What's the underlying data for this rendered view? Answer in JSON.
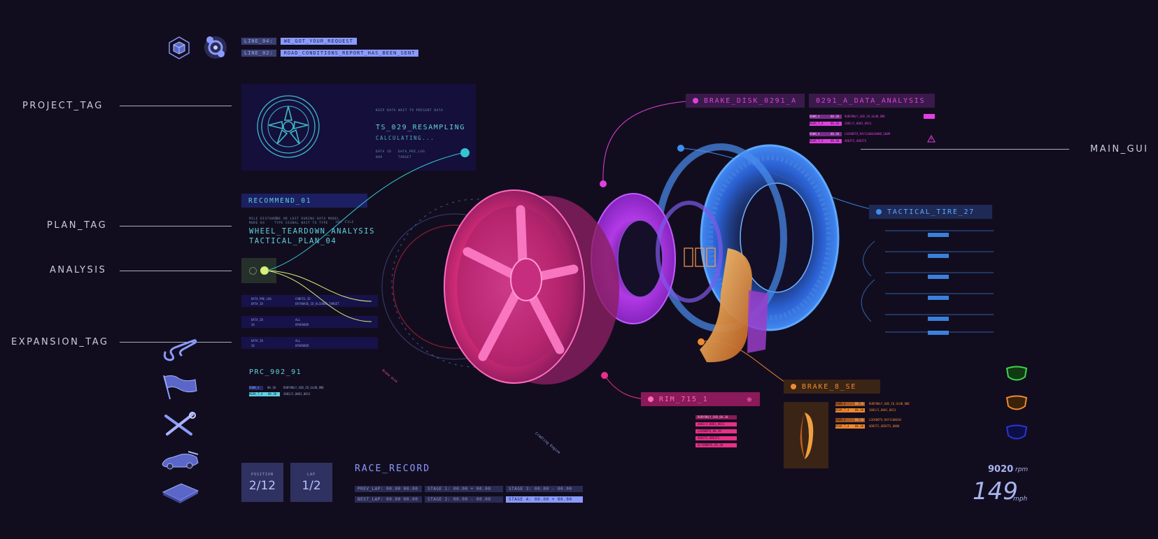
{
  "top_lines": [
    {
      "key": "LINE_04:",
      "value": "WE_GOT_YOUR_REQUEST"
    },
    {
      "key": "LINE_02:",
      "value": "ROAD_CONDITIONS_REPORT_HAS_BEEN_SENT"
    }
  ],
  "side_labels": {
    "project": "PROJECT_TAG",
    "plan": "PLAN_TAG",
    "analysis": "ANALYSIS",
    "expansion": "EXPANSION_TAG",
    "main_gui": "MAIN_GUI"
  },
  "project_panel": {
    "title": "TS_029_RESAMPLING",
    "status": "CALCULATING...",
    "note": "KEEP DATA WAIT TO PRESENT DATA",
    "meta_1a": "DATA ID",
    "meta_1b": "DATA_PRE_LOG",
    "meta_2a": "009",
    "meta_2b": "TARGET"
  },
  "recommend": {
    "tag": "RECOMMEND_01",
    "small_a1": "MILE DISTANCE",
    "small_a2": "MODE 04",
    "small_b1": "THE HR LOST DURING DATA MODEL",
    "small_b2": "TYPE SIGNAL WAIT TO TYPE",
    "small_c": "HAT FILE",
    "line1": "WHEEL_TEARDOWN_ANALYSIS",
    "line2": "TACTICAL_PLAN_04"
  },
  "analysis_rows": [
    {
      "a1": "DATA_PRE_LOG",
      "a2": "DATA ID",
      "b1": "CONFIG_ID",
      "b2": "DATABASE_ID_ALIGNED_TARGET"
    },
    {
      "a1": "DATA_ID",
      "a2": "26",
      "b1": "ALL",
      "b2": "UPGRADER"
    },
    {
      "a1": "DATA_ID",
      "a2": "26",
      "b1": "ALL",
      "b2": "UPGRADER"
    }
  ],
  "prc": {
    "title": "PRC_902_91",
    "row1_tag": "DOWN_4",
    "row1_val": "00.30",
    "row1_text": "RUBYONLY_GUD_ID_GLHB_ONE",
    "row2_tag": "REAR_T_4",
    "row2_val": "00.30",
    "row2_text": "2002/2_0001_0011"
  },
  "race": {
    "title": "RACE_RECORD",
    "position_label": "POSITION",
    "position_value": "2/12",
    "lap_label": "LAP",
    "lap_value": "1/2",
    "cells": [
      {
        "text": "PREV_LAP:  00.00  00.00",
        "hl": false
      },
      {
        "text": "STAGE 1:  00.00   + 00.00",
        "hl": false
      },
      {
        "text": "STAGE 3:  00.00   - 00.00",
        "hl": false
      },
      {
        "text": "BEST_LAP:  00.00  00.00",
        "hl": false
      },
      {
        "text": "STAGE 2:  00.00   - 00.00",
        "hl": false
      },
      {
        "text": "STAGE 4:  00.00   + 00.00",
        "hl": true
      }
    ]
  },
  "speed": {
    "rpm": "9020",
    "rpm_unit": "rpm",
    "mph": "149",
    "mph_unit": "mph"
  },
  "tags": {
    "brake_disk": "BRAKE_DISK_0291_A",
    "data_analysis": "0291_A_DATA_ANALYSIS",
    "tactical_tire": "TACTICAL_TIRE_27",
    "rim": "RIM_715_1",
    "brake": "BRAKE_8_SE"
  },
  "data_analysis_rows": [
    {
      "tag": "DOWN_4",
      "val": "00.30",
      "text": "RUBYONLY_GUD_ID_GLHB_ONE"
    },
    {
      "tag": "REAR_T_4",
      "val": "00.30",
      "text": "2002/2_0001_0011"
    },
    {
      "tag": "DOWN_4",
      "val": "00.30",
      "text": "LOCKBOTO_RAY1100010ANO_G00M"
    },
    {
      "tag": "REAR_T_4",
      "val": "00.30",
      "text": "ADDITS_ADDITS"
    }
  ],
  "rim_rows": [
    "RUBYONLY_GUD_00.30",
    "2002/2_0001_0011",
    "LOCKBOTO_00.30",
    "ADDITS_ADDITS",
    "ALTERNATE_05.30"
  ],
  "brake_rows": [
    {
      "tag": "DOWN_4",
      "val": "00.30",
      "text": "RUBYONLY_GUD_ID_GLHB_ONE"
    },
    {
      "tag": "REAR_T_4",
      "val": "00.30",
      "text": "2002/2_0001_0011"
    },
    {
      "tag": "DOWN_4",
      "val": "00.30",
      "text": "LOCKBOTO_RAY1100010"
    },
    {
      "tag": "REAR_T_4",
      "val": "00.30",
      "text": "ADDITS_ADDITS_0000"
    }
  ],
  "callouts": {
    "tiny_left": "Brake disk",
    "tiny_bottom": "Cradling Engine"
  },
  "colors": {
    "background": "#120d1e",
    "cyan": "#5fd3df",
    "magenta": "#e040e0",
    "pink": "#e8308a",
    "orange": "#f08a30",
    "blue": "#3f8df0",
    "lime": "#d6f07a",
    "lavender": "#8a9bff"
  }
}
